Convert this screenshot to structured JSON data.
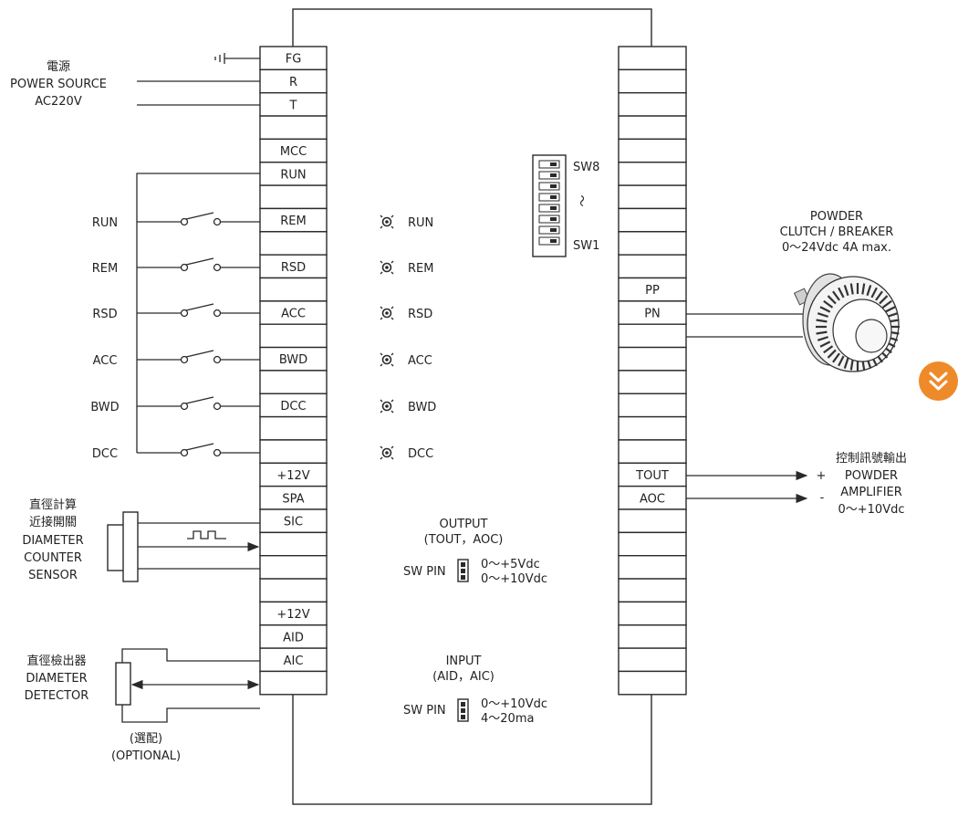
{
  "power": {
    "zh": "電源",
    "en": "POWER SOURCE",
    "volt": "AC220V"
  },
  "left_terminals": [
    "FG",
    "R",
    "T",
    "",
    "MCC",
    "RUN",
    "",
    "REM",
    "",
    "RSD",
    "",
    "ACC",
    "",
    "BWD",
    "",
    "DCC",
    "",
    "",
    "+12V",
    "SPA",
    "SIC",
    "",
    "",
    "",
    "+12V",
    "AID",
    "AIC",
    ""
  ],
  "right_terminals": [
    "",
    "",
    "",
    "",
    "",
    "",
    "",
    "",
    "",
    "",
    "PP",
    "PN",
    "",
    "",
    "",
    "",
    "",
    "",
    "TOUT",
    "AOC",
    "",
    "",
    "",
    "",
    "",
    "",
    "",
    ""
  ],
  "switch_labels": [
    "RUN",
    "REM",
    "RSD",
    "ACC",
    "BWD",
    "DCC"
  ],
  "led_labels": [
    "RUN",
    "REM",
    "RSD",
    "ACC",
    "BWD",
    "DCC"
  ],
  "dip": {
    "top": "SW8",
    "bottom": "SW1",
    "tilde": "～"
  },
  "clutch": {
    "line1": "POWDER",
    "line2": "CLUTCH / BREAKER",
    "line3": "0～24Vdc 4A max."
  },
  "output_signal": {
    "zh": "控制訊號輸出",
    "plus": "+",
    "minus": "-",
    "line1": "POWDER",
    "line2": "AMPLIFIER",
    "line3": "0～+10Vdc"
  },
  "sensor": {
    "zh1": "直徑計算",
    "zh2": "近接開關",
    "en1": "DIAMETER",
    "en2": "COUNTER",
    "en3": "SENSOR"
  },
  "detector": {
    "zh": "直徑檢出器",
    "en1": "DIAMETER",
    "en2": "DETECTOR",
    "opt_zh": "(選配)",
    "opt_en": "(OPTIONAL)"
  },
  "output_block": {
    "title1": "OUTPUT",
    "title2": "(TOUT，AOC)",
    "sw": "SW PIN",
    "opt1": "0～+5Vdc",
    "opt2": "0～+10Vdc"
  },
  "input_block": {
    "title1": "INPUT",
    "title2": "(AID，AIC)",
    "sw": "SW PIN",
    "opt1": "0～+10Vdc",
    "opt2": "4～20ma"
  },
  "colors": {
    "accent": "#ee8a2a",
    "line": "#2a2a2a"
  },
  "icons": {
    "scroll": "double-chevron-down-icon"
  }
}
